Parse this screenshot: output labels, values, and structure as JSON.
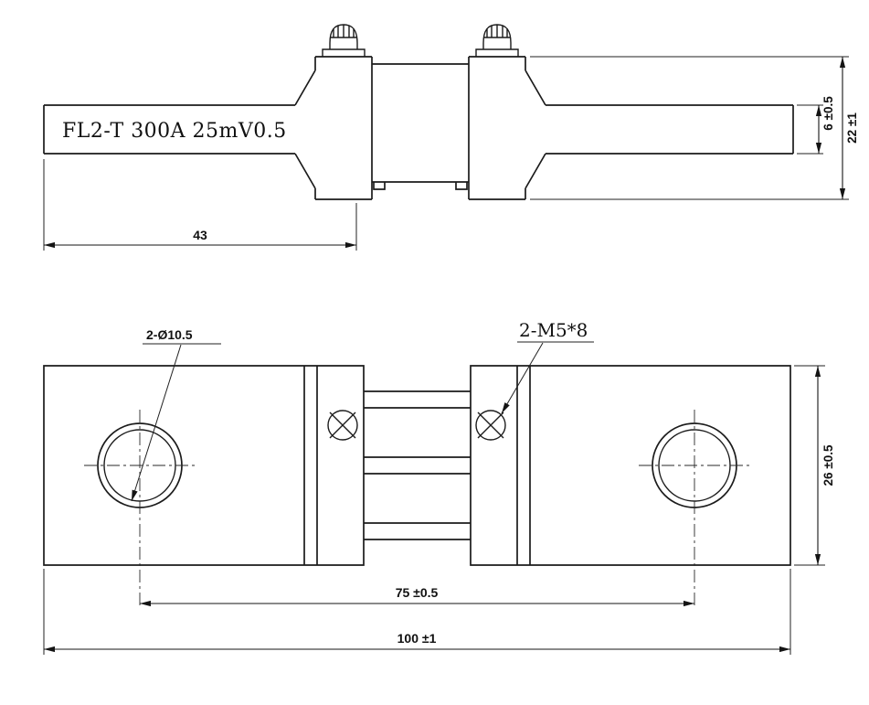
{
  "colors": {
    "line": "#1b1b1b",
    "background": "#ffffff"
  },
  "drawing": {
    "side_view": {
      "part_label": "FL2-T 300A 25mV0.5",
      "dim_tab_length": "43",
      "dim_tab_thickness": "6 ±0.5",
      "dim_overall_height": "22 ±1"
    },
    "plan_view": {
      "callout_holes": "2-Ø10.5",
      "callout_screws": "2-M5*8",
      "dim_body_width": "26 ±0.5",
      "dim_hole_spacing": "75 ±0.5",
      "dim_overall_length": "100 ±1"
    }
  }
}
